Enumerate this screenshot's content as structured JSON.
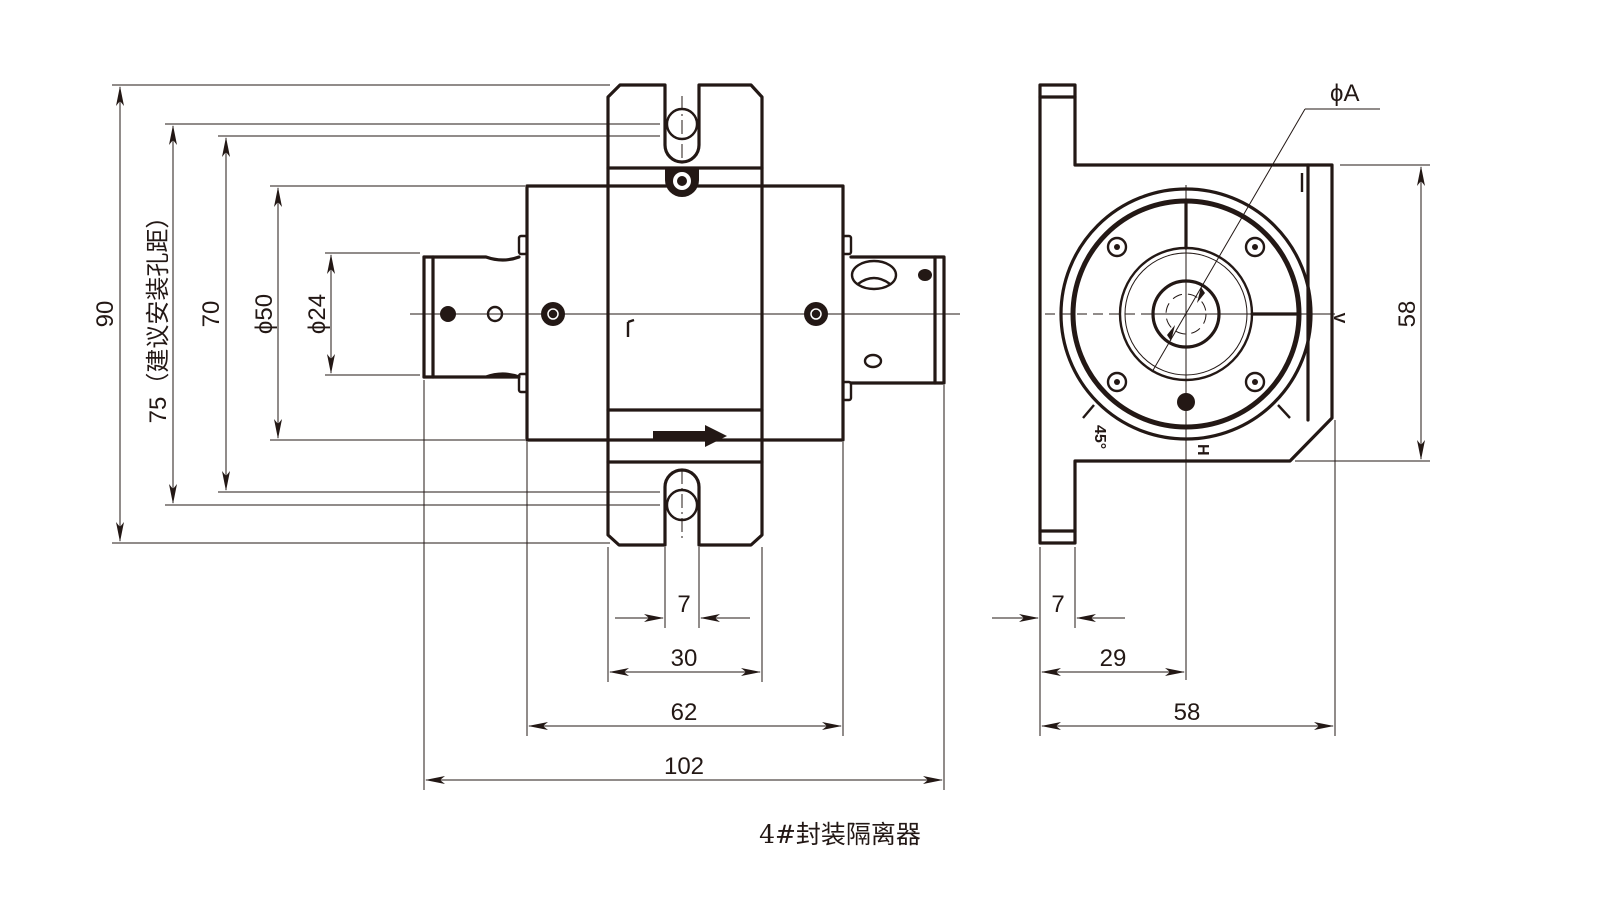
{
  "caption": "4#封装隔离器",
  "front_view": {
    "dimensions": {
      "overall_height": "90",
      "mount_hole_spacing": "75（建议安装孔距）",
      "slot_span": "70",
      "body_diameter": "ϕ50",
      "port_diameter": "ϕ24",
      "slot_width": "7",
      "flange_width": "30",
      "body_length": "62",
      "overall_length": "102"
    },
    "flow_direction": "right"
  },
  "side_view": {
    "dimensions": {
      "aperture": "ϕA",
      "height": "58",
      "flange_thickness": "7",
      "center_offset": "29",
      "width": "58"
    },
    "markings": {
      "angle_mark": "45°",
      "h_mark": "H",
      "v_mark": "V"
    }
  },
  "colors": {
    "line": "#231815",
    "background": "#ffffff"
  }
}
